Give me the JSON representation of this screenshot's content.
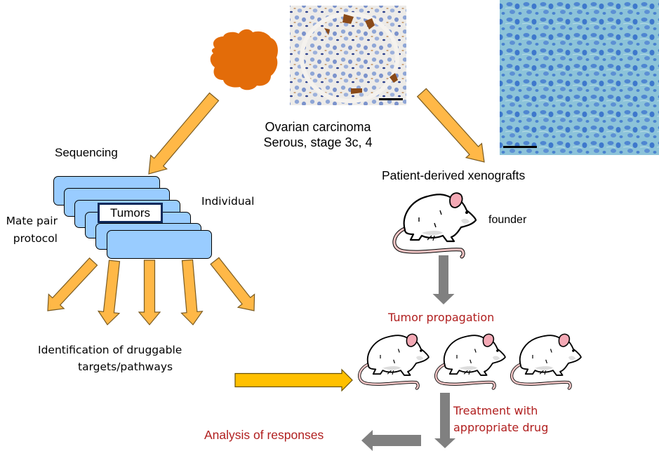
{
  "diagram": {
    "source": {
      "tumor_icon": "tumor-blob",
      "tumor_color": "#E36C09",
      "histology_left": "ovarian-carcinoma-ihc-image",
      "label_line1": "Ovarian carcinoma",
      "label_line2": "Serous, stage 3c, 4"
    },
    "sequencing_branch": {
      "title": "Sequencing",
      "stack_label": "Tumors",
      "stack_count": 6,
      "side_left_line1": "Mate pair",
      "side_left_line2": "protocol",
      "side_right": "Individual",
      "fan_arrow_count": 5,
      "result_line1": "Identification of druggable",
      "result_line2": "targets/pathways"
    },
    "xenograft_branch": {
      "histology_right": "xenograft-histology-image",
      "title": "Patient-derived xenografts",
      "founder_label": "founder",
      "propagation_label": "Tumor propagation",
      "propagated_mice_count": 3,
      "treatment_line1": "Treatment with",
      "treatment_line2": "appropriate drug",
      "analysis_label": "Analysis of responses"
    },
    "colors": {
      "arrow_orange": "#FFB847",
      "arrow_gold": "#FFC000",
      "arrow_gray": "#808080",
      "stack_fill": "#99CCFF",
      "red_text": "#B01E1E",
      "mouse_tail": "#F2C6C6",
      "mouse_ear": "#F4A9B5"
    }
  }
}
